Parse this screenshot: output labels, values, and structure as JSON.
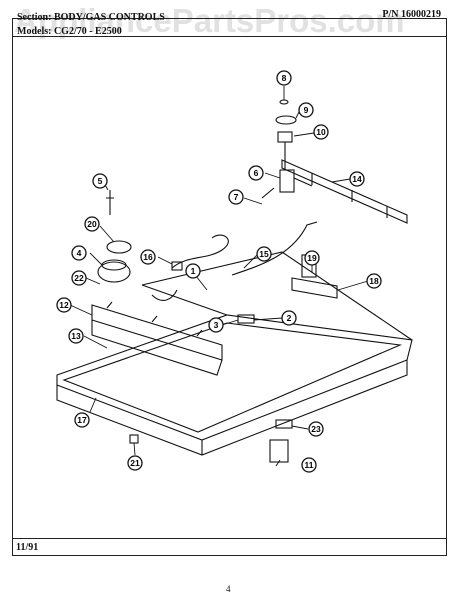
{
  "header": {
    "section_label": "Section:",
    "section_value": "BODY/GAS CONTROLS",
    "models_label": "Models:",
    "models_value": "CG2/70 - E2500",
    "part_number": "P/N 16000219"
  },
  "watermark": "AppliancePartsPros.com",
  "footer": {
    "date": "11/91",
    "page_number": "4"
  },
  "callouts": [
    "1",
    "2",
    "3",
    "4",
    "5",
    "6",
    "7",
    "8",
    "9",
    "10",
    "11",
    "12",
    "13",
    "14",
    "15",
    "16",
    "17",
    "18",
    "19",
    "20",
    "21",
    "22",
    "23"
  ]
}
